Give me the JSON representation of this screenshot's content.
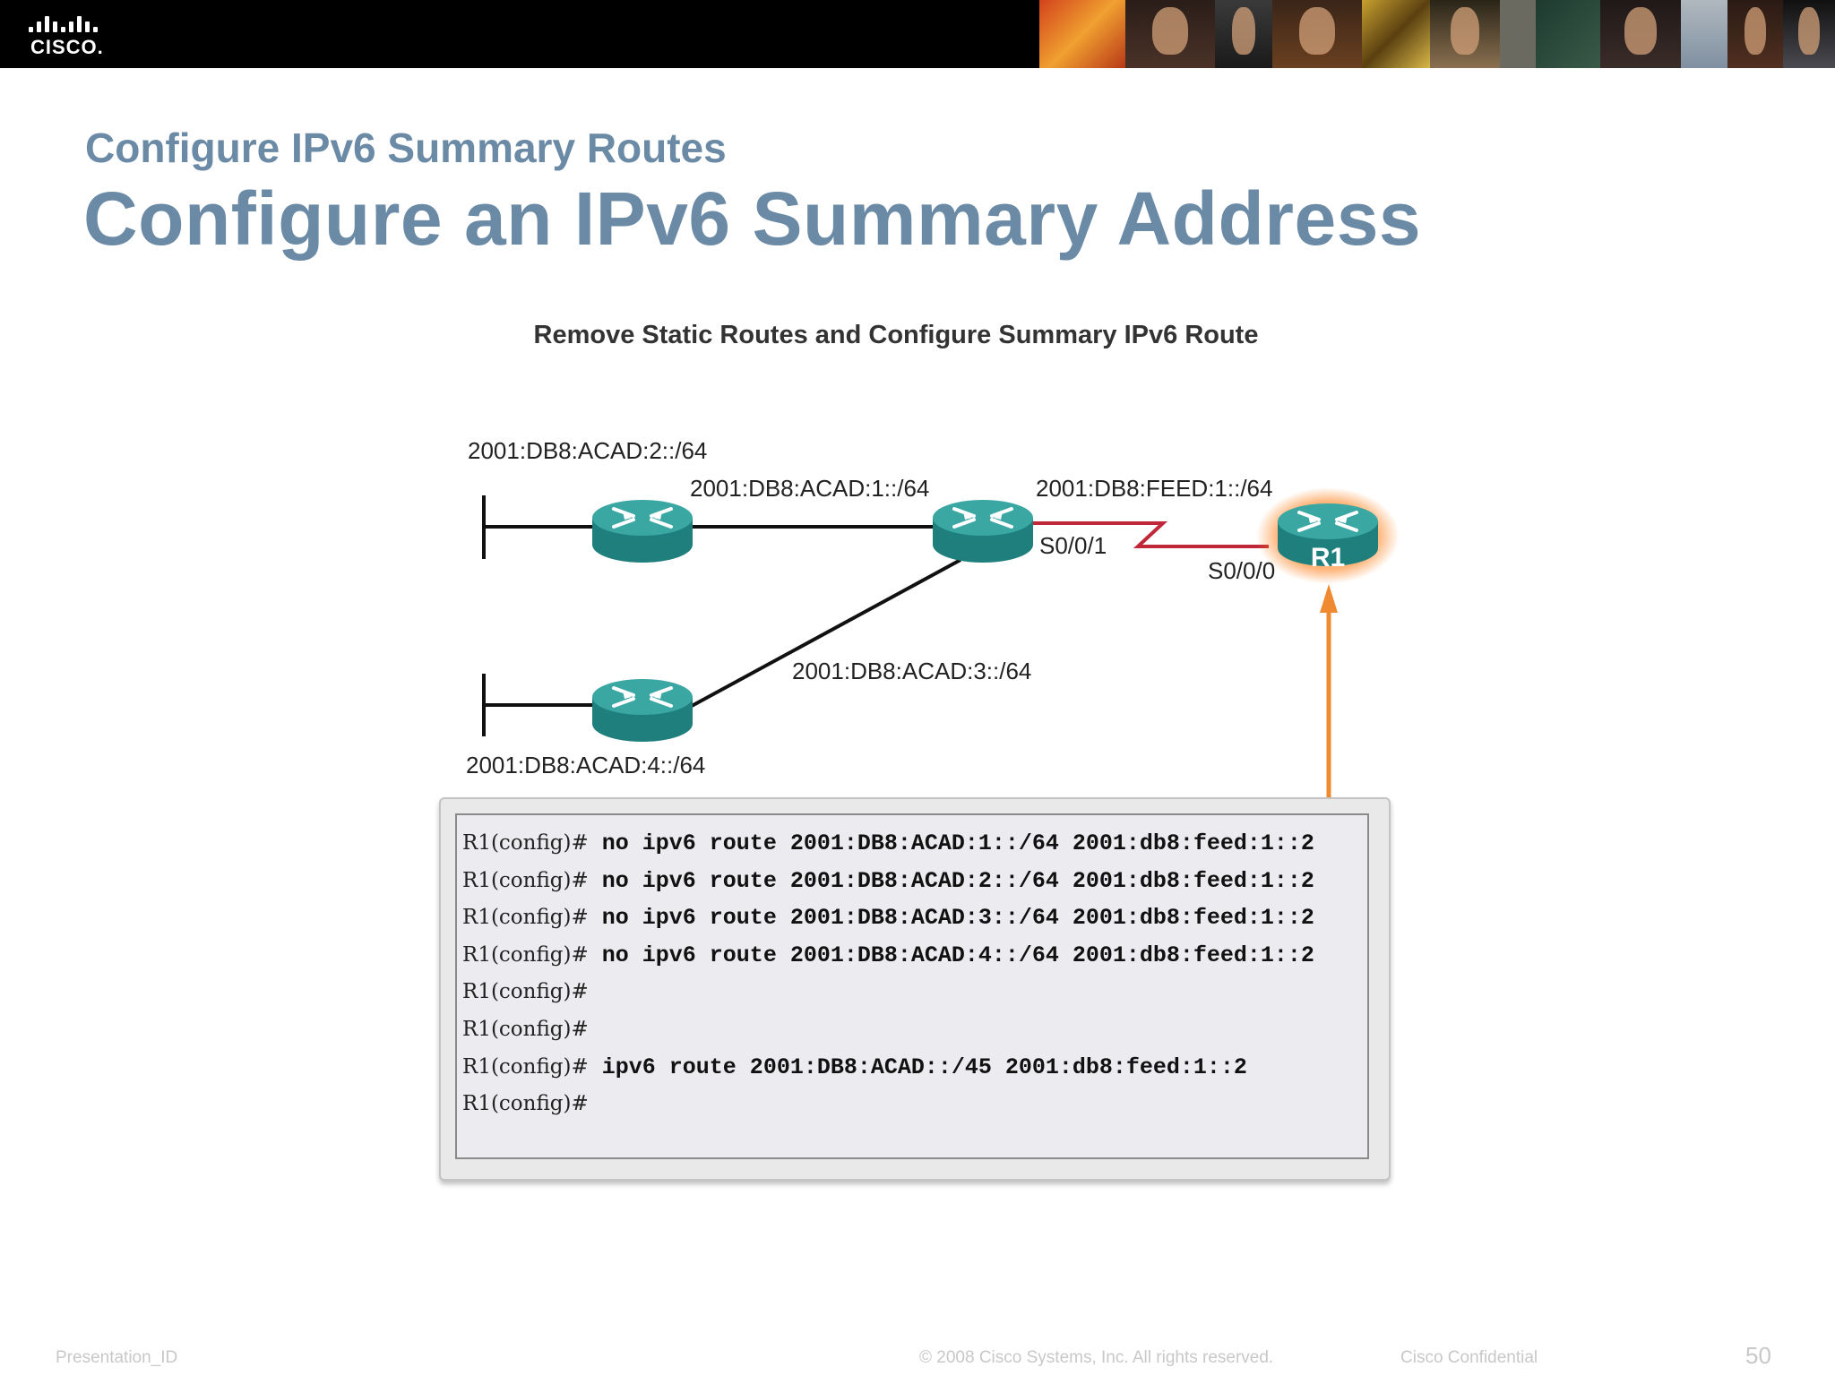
{
  "header": {
    "logo_text": "CISCO."
  },
  "slide": {
    "subtitle": "Configure IPv6 Summary Routes",
    "title": "Configure an IPv6 Summary Address"
  },
  "diagram": {
    "caption": "Remove Static Routes and Configure Summary IPv6 Route",
    "labels": {
      "lan_top": "2001:DB8:ACAD:2::/64",
      "link_top": "2001:DB8:ACAD:1::/64",
      "serial_net": "2001:DB8:FEED:1::/64",
      "s001": "S0/0/1",
      "s000": "S0/0/0",
      "link_diag": "2001:DB8:ACAD:3::/64",
      "lan_bottom": "2001:DB8:ACAD:4::/64",
      "r1": "R1"
    },
    "colors": {
      "router": "#1f8a88",
      "router_top": "#3fb0ac",
      "serial_link": "#c0283a",
      "highlight": "#f08a30"
    }
  },
  "cli": {
    "lines": [
      {
        "prompt": "R1(config)#",
        "command": " no ipv6 route 2001:DB8:ACAD:1::/64 2001:db8:feed:1::2"
      },
      {
        "prompt": "R1(config)#",
        "command": " no ipv6 route 2001:DB8:ACAD:2::/64 2001:db8:feed:1::2"
      },
      {
        "prompt": "R1(config)#",
        "command": " no ipv6 route 2001:DB8:ACAD:3::/64 2001:db8:feed:1::2"
      },
      {
        "prompt": "R1(config)#",
        "command": " no ipv6 route 2001:DB8:ACAD:4::/64 2001:db8:feed:1::2"
      },
      {
        "prompt": "R1(config)#",
        "command": ""
      },
      {
        "prompt": "R1(config)#",
        "command": ""
      },
      {
        "prompt": "R1(config)#",
        "command": " ipv6 route 2001:DB8:ACAD::/45 2001:db8:feed:1::2"
      },
      {
        "prompt": "R1(config)#",
        "command": ""
      }
    ]
  },
  "footer": {
    "presentation_id": "Presentation_ID",
    "copyright": "© 2008 Cisco Systems, Inc. All rights reserved.",
    "confidential": "Cisco Confidential",
    "page_number": "50"
  }
}
